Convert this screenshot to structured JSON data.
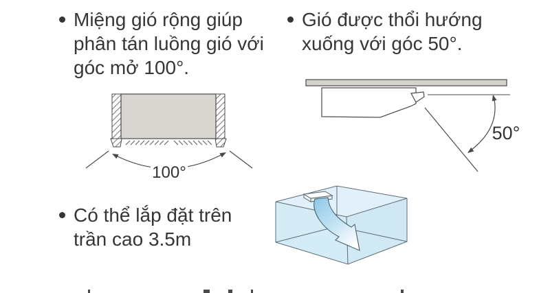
{
  "bullets": [
    {
      "id": "wide-air-outlet",
      "lines": [
        "Miệng gió rộng giúp",
        "phân tán luồng gió với",
        "góc mở 100°."
      ]
    },
    {
      "id": "downward-airflow",
      "lines": [
        "Gió được thổi hướng",
        "xuống với góc 50°."
      ]
    },
    {
      "id": "ceiling-height",
      "lines": [
        "Có thể lắp đặt trên",
        "trần cao 3.5m"
      ]
    }
  ],
  "diagrams": {
    "front_view": {
      "angle_label": "100°"
    },
    "side_view": {
      "angle_label": "50°"
    }
  },
  "colors": {
    "text": "#363636",
    "line": "#4a4a4a",
    "unit_body_gray": "#d9d5d1",
    "ceiling_gray": "#d6d2cd",
    "room_top_blue": "#e2f1fa",
    "room_left_blue": "#d6ecf7",
    "room_right_blue": "#cfe8f4",
    "room_bottom_blue": "#d3eaf6",
    "flow_blue": "#8cc8e6"
  }
}
